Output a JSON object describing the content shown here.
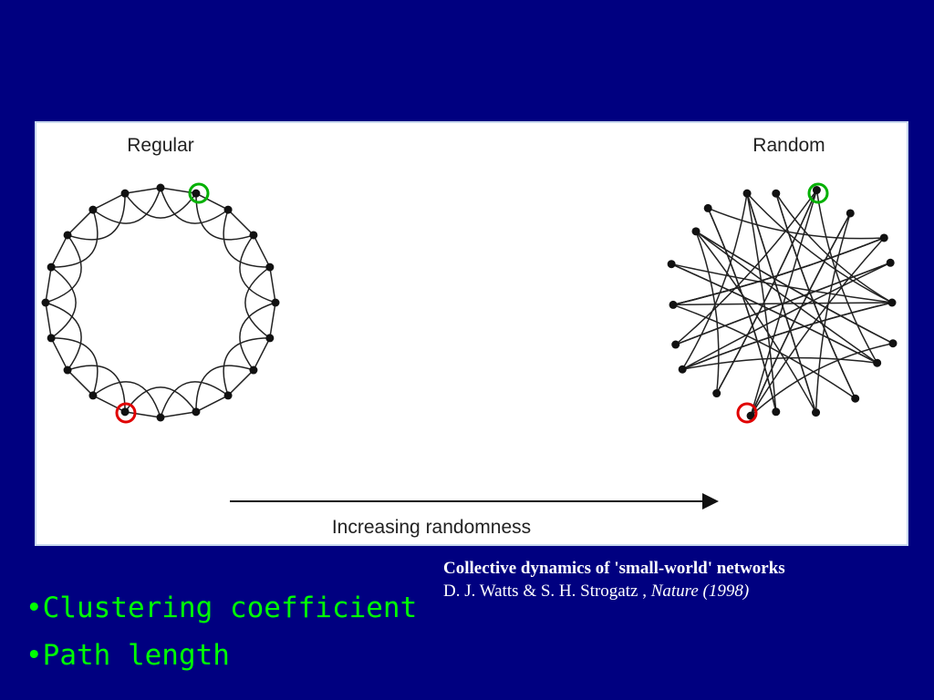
{
  "figure": {
    "regular_label": "Regular",
    "random_label": "Random",
    "axis_label": "Increasing randomness",
    "highlight_colors": {
      "start_node": "#e00000",
      "end_node": "#00b000"
    }
  },
  "citation": {
    "title": "Collective dynamics of 'small-world' networks",
    "authors": "D. J. Watts & S. H. Strogatz ,",
    "journal": "Nature (1998)"
  },
  "bullets": [
    "•Clustering coefficient",
    "•Path length"
  ]
}
